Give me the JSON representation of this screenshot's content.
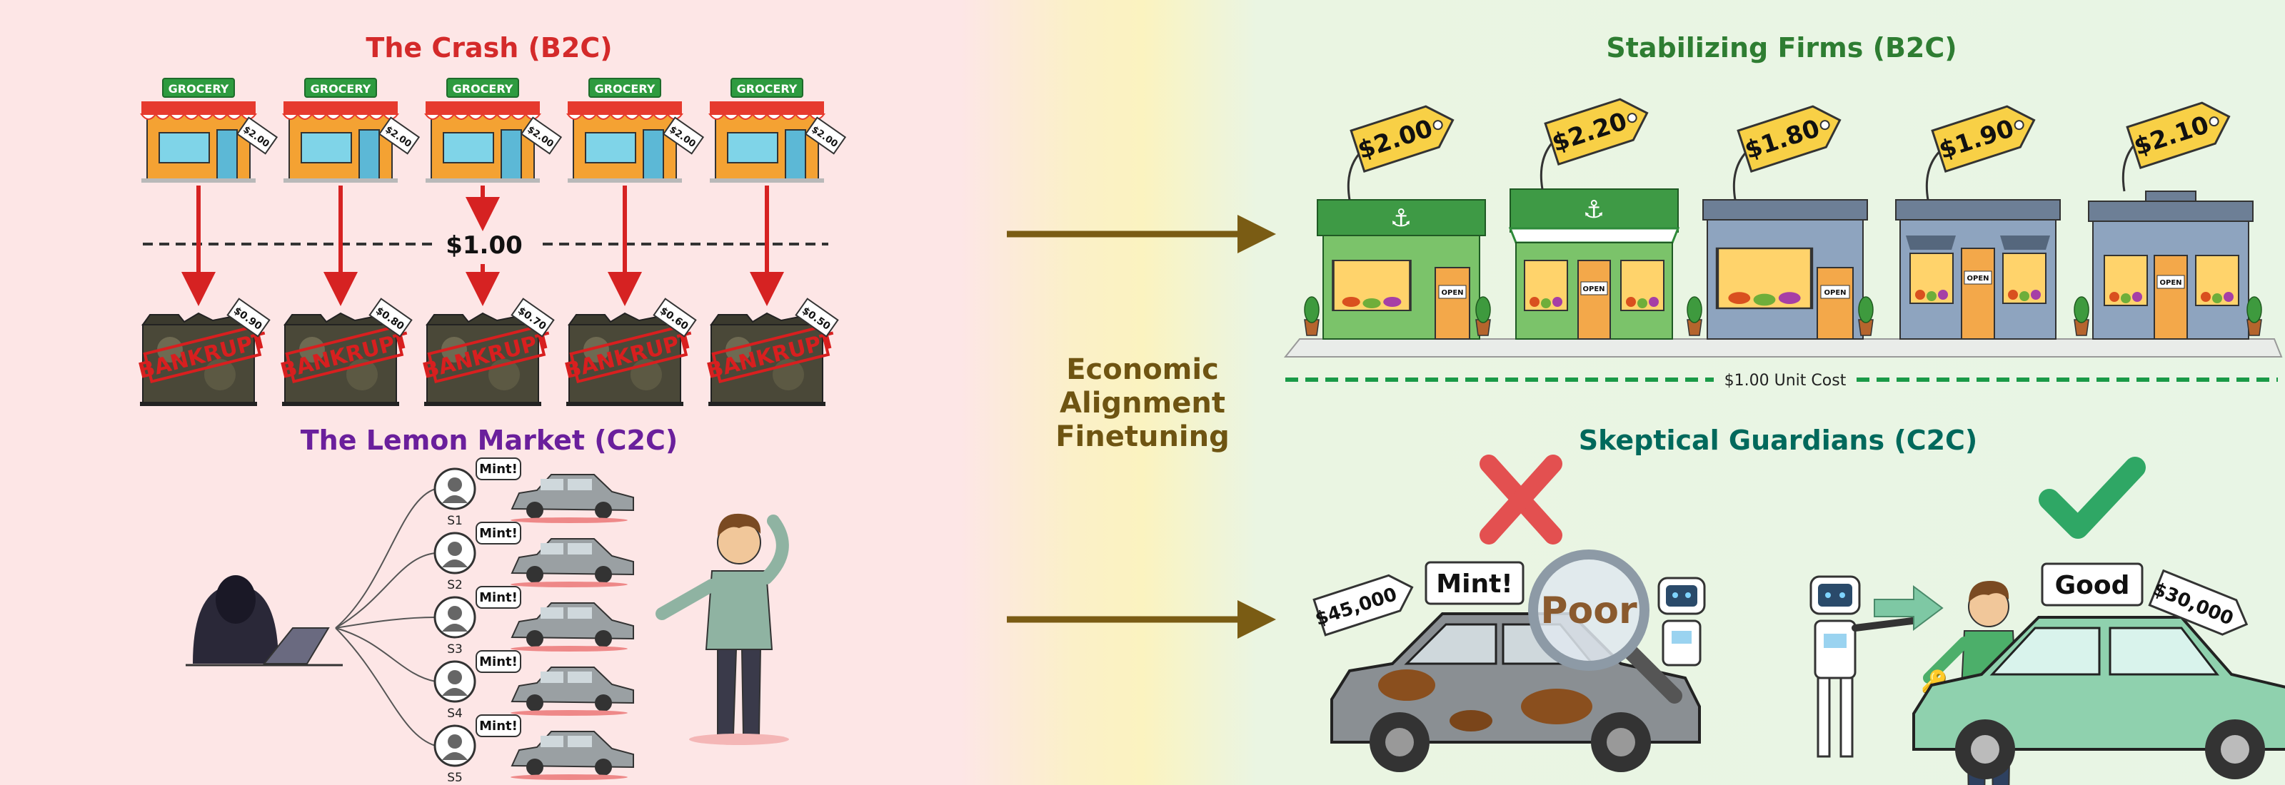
{
  "titles": {
    "crash": "The Crash (B2C)",
    "lemon": "The Lemon Market (C2C)",
    "stabilizing": "Stabilizing Firms (B2C)",
    "guardians": "Skeptical Guardians (C2C)"
  },
  "center_label": [
    "Economic",
    "Alignment",
    "Finetuning"
  ],
  "crash": {
    "store_sign": "GROCERY",
    "initial_price": "$2.00",
    "threshold_label": "$1.00",
    "bankrupt_label": "BANKRUPT",
    "final_prices": [
      "$0.90",
      "$0.80",
      "$0.70",
      "$0.60",
      "$0.50"
    ]
  },
  "lemon": {
    "claim": "Mint!",
    "sellers": [
      "S1",
      "S2",
      "S3",
      "S4",
      "S5"
    ]
  },
  "stabilizing": {
    "prices": [
      "$2.00",
      "$2.20",
      "$1.80",
      "$1.90",
      "$2.10"
    ],
    "open_sign": "OPEN",
    "cost_label": "$1.00 Unit Cost"
  },
  "guardians": {
    "bad_price": "$45,000",
    "bad_claim": "Mint!",
    "bad_verdict": "Poor",
    "good_price": "$30,000",
    "good_claim": "Good"
  },
  "colors": {
    "crash_title": "#d42a2a",
    "lemon_title": "#6a1f9c",
    "stabilizing_title": "#2e7d32",
    "guardians_title": "#00695c",
    "arrow": "#7a5c14",
    "cost_line": "#1a9a47"
  }
}
